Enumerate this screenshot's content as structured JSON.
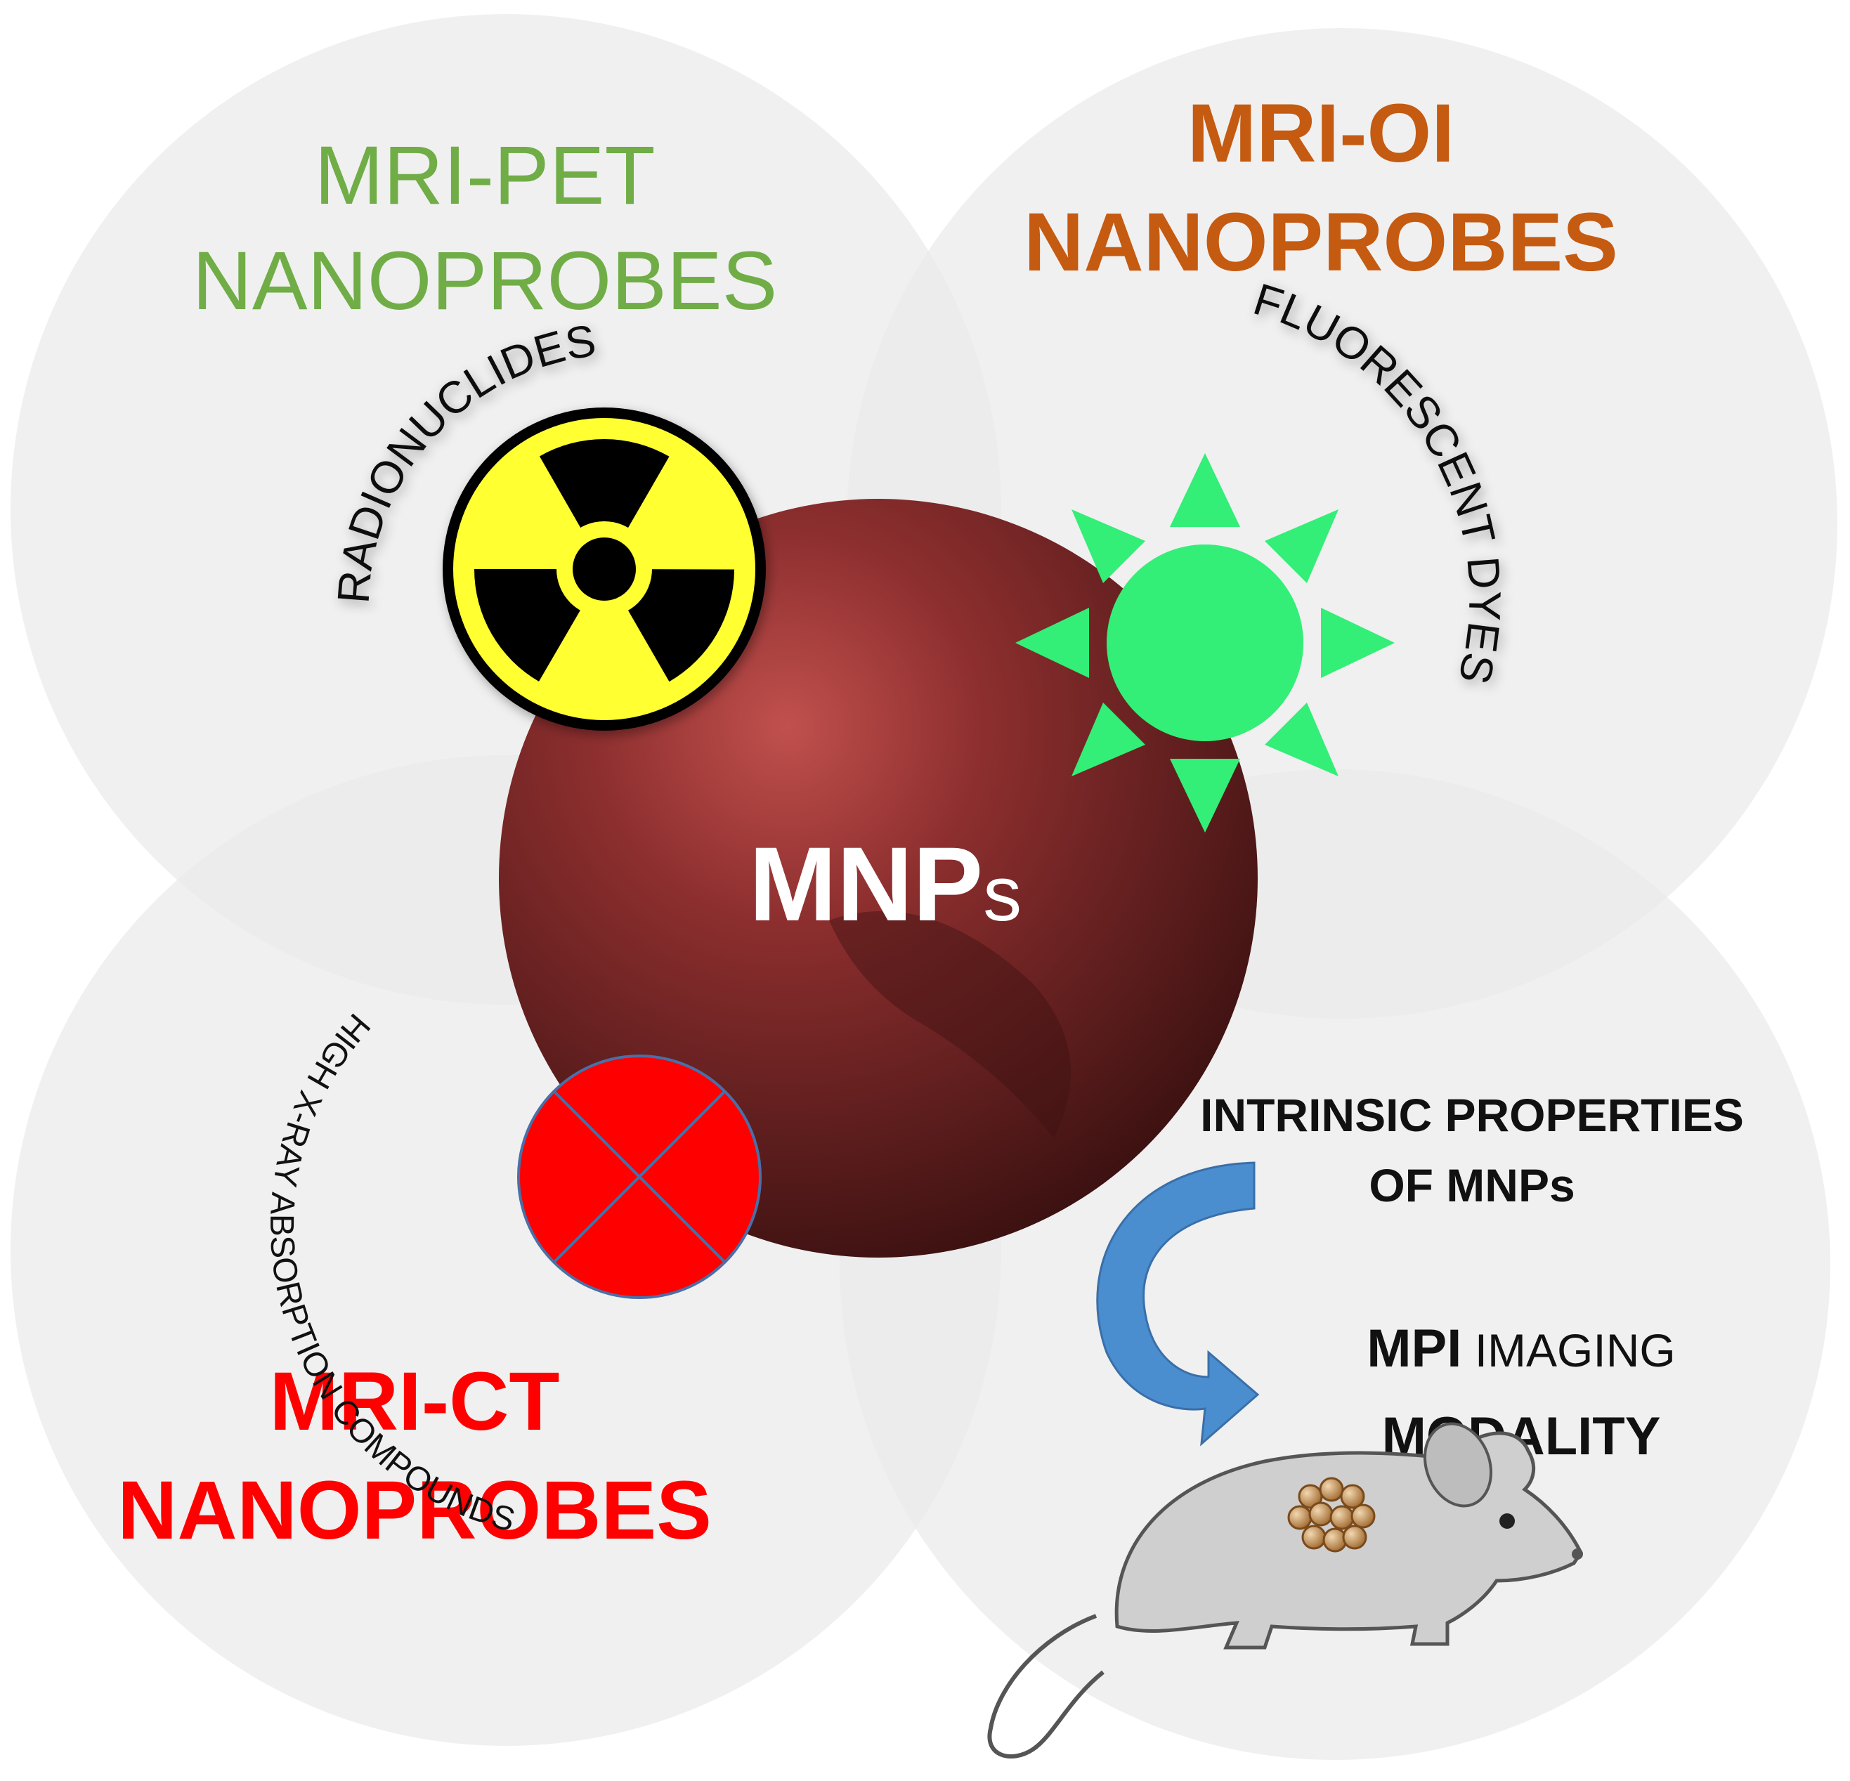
{
  "center": {
    "label_main": "MNP",
    "label_suffix": "s"
  },
  "quadrants": {
    "pet": {
      "line1": "MRI-PET",
      "line2": "NANOPROBES",
      "color": "#70AD47",
      "agent": "RADIONUCLIDES"
    },
    "oi": {
      "line1": "MRI-OI",
      "line2": "NANOPROBES",
      "color": "#C55A11",
      "agent": "FLUORESCENT DYES"
    },
    "ct": {
      "line1": "MRI-CT",
      "line2": "NANOPROBES",
      "color": "#FF0000",
      "agent": "HIGH X-RAY ABSORPTION COMPOUNDS"
    },
    "mpi": {
      "property_line1": "INTRINSIC PROPERTIES",
      "property_line2": "OF MNPs",
      "modality_bold": "MPI",
      "modality_rest": " IMAGING",
      "modality_line2": "MODALITY"
    }
  },
  "colors": {
    "circle_fill": "#e9e9e9",
    "particle": "#7a2424",
    "radiation_yellow": "#FFFF33",
    "sun_green": "#33EE77",
    "xray_red": "#FF0000",
    "arrow_blue": "#4a8ed0"
  },
  "icons": [
    "radiation-icon",
    "sun-icon",
    "xray-icon",
    "curved-arrow-icon",
    "mouse-icon"
  ]
}
